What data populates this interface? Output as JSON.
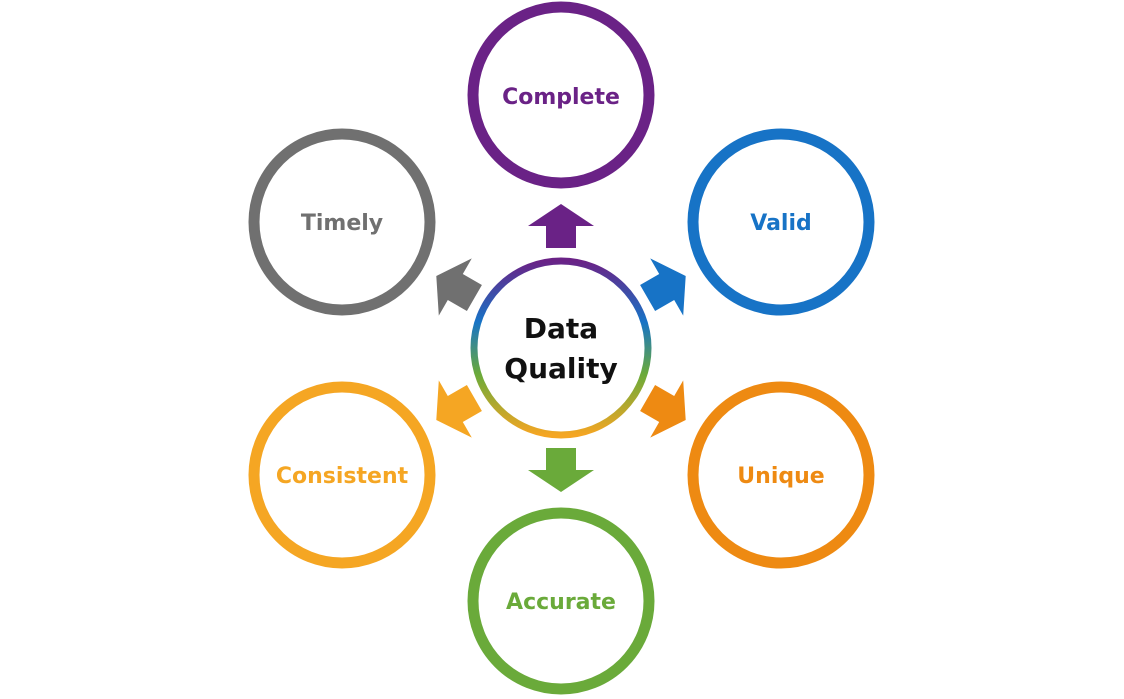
{
  "diagram": {
    "center": {
      "line1": "Data",
      "line2": "Quality"
    },
    "nodes": [
      {
        "id": "complete",
        "label": "Complete",
        "color": "#6a2286"
      },
      {
        "id": "valid",
        "label": "Valid",
        "color": "#1773c6"
      },
      {
        "id": "unique",
        "label": "Unique",
        "color": "#ee8a12"
      },
      {
        "id": "accurate",
        "label": "Accurate",
        "color": "#6aaa3a"
      },
      {
        "id": "consistent",
        "label": "Consistent",
        "color": "#f5a623"
      },
      {
        "id": "timely",
        "label": "Timely",
        "color": "#707070"
      }
    ]
  }
}
